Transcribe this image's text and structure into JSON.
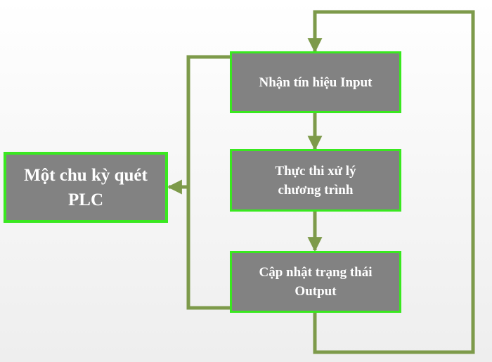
{
  "colors": {
    "box_fill": "#828282",
    "box_border": "#39e81f",
    "connector": "#7d9a4a",
    "text": "#ffffff"
  },
  "diagram": {
    "steps": [
      {
        "id": "input",
        "label": "Nhận tín hiệu Input"
      },
      {
        "id": "execute",
        "label": "Thực thi xử lý\nchương trình"
      },
      {
        "id": "output",
        "label": "Cập nhật trạng thái\nOutput"
      }
    ],
    "summary": {
      "label": "Một chu kỳ quét\nPLC"
    },
    "edges": [
      {
        "from": "input",
        "to": "execute"
      },
      {
        "from": "execute",
        "to": "output"
      },
      {
        "from": "output",
        "to": "input",
        "kind": "loop-back"
      },
      {
        "from": "steps",
        "to": "summary",
        "kind": "bracket"
      }
    ]
  }
}
